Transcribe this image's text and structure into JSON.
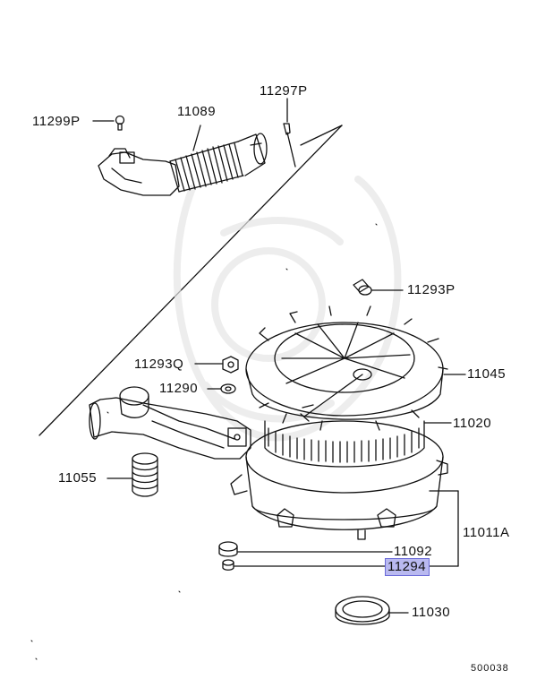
{
  "diagram_id": "500038",
  "callouts": {
    "p11299P": "11299P",
    "p11089": "11089",
    "p11297P": "11297P",
    "p11293P": "11293P",
    "p11045": "11045",
    "p11293Q": "11293Q",
    "p11290": "11290",
    "p11020": "11020",
    "p11055": "11055",
    "p11011A": "11011A",
    "p11092": "11092",
    "p11294": "11294",
    "p11030": "11030"
  },
  "highlighted_part": "11294",
  "colors": {
    "highlight_fill": "#b9b9f0",
    "highlight_border": "#6a6ad8",
    "line": "#111111"
  }
}
